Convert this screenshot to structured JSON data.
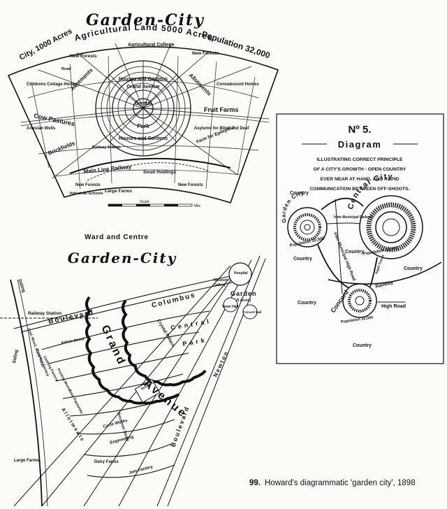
{
  "top_diagram": {
    "title": "Garden-City",
    "arc_left": "City, 1000 Acres",
    "arc_center": "Agricultural Land 5000 Acres",
    "arc_right": "Population 32,000",
    "labels": {
      "new_forests_left": "New Forests",
      "agricultural_college": "Agricultural College",
      "new_forests_right": "New Forests",
      "childrens_cottage_homes": "Childrens Cottage Homes",
      "convalescent_homes": "Convalescent Homes",
      "allotments_left": "Allotments",
      "allotments_right": "Allotments",
      "houses_gardens_top": "Houses and Gardens",
      "grand_avenue": "Grand Avenue",
      "central": "Central",
      "park": "Park",
      "houses_gardens_bottom": "Houses and Gardens",
      "cow_pastures": "Cow Pastures",
      "fruit_farms": "Fruit Farms",
      "artesian_wells": "Artesian Wells",
      "asylums": "Asylums for Blind and Deaf",
      "farm_epileptics": "Farm for Epileptics",
      "brickfields": "Brickfields",
      "railway_station": "Railway Station",
      "main_line_railway": "Main Line Railway",
      "small_holdings": "Small Holdings",
      "new_forests_bottom_left": "New Forests",
      "new_forests_bottom_right": "New Forests",
      "industrial_schools": "Industrial Schools",
      "large_farms": "Large Farms",
      "road": "Road",
      "scale": "Scale",
      "mile": "Mile"
    }
  },
  "bottom_diagram": {
    "title_line1": "Ward and Centre",
    "title_line2": "Garden-City",
    "labels": {
      "boulevard": "Boulevard",
      "columbus": "Columbus",
      "grand": "Grand",
      "avenue": "Avenue",
      "central": "Central",
      "park": "Park",
      "crystal_palace": "Crystal Palace",
      "newton": "Newton",
      "garden": "Garden",
      "garden_acres": "(5 Acres)",
      "hospital": "Hospital",
      "museum": "Museum",
      "gallery": "Gallery",
      "town_hall": "Town Hall",
      "concert_hall": "Concert Hall",
      "railway_station": "Railway Station",
      "siding": "Siding",
      "allotments": "Allotments",
      "large_farms": "Large Farms",
      "dairy_farms": "Dairy Farms",
      "cycle_works": "Cycle Works",
      "engineering": "Engineering",
      "jam_factory": "Jam Factory",
      "boot_factories": "Boot Factories",
      "clothing_factory": "Clothing Factory",
      "coal_wood_stone": "Coal, Wood, Stone Yards",
      "furniture_factory": "Furniture Factory",
      "printing_works": "Printing Works",
      "schools": "Schools",
      "kelvin_street": "Kelvin Street",
      "bessemer_street": "Bessemer Street",
      "boulevard_lower": "Boulevard"
    }
  },
  "diagram5": {
    "number": "Nº 5.",
    "title": "Diagram",
    "subtitle": [
      "ILLUSTRATING CORRECT PRINCIPLE",
      "OF A CITY'S GROWTH - OPEN COUNTRY",
      "EVER NEAR AT HAND, AND RAPID",
      "COMMUNICATION BETWEEN OFF-SHOOTS."
    ],
    "country_top": "Country",
    "garden_city": "Garden City",
    "population_32000": "Population 32,000",
    "central_city": "Central City",
    "population_58000": "Population 58,000",
    "inter_municipal": "Inter-Municipal Railway",
    "inter_municipal_road": "Inter-Municipal High Road",
    "country_mid_left": "Country",
    "country_mid": "Country",
    "country_right": "Country",
    "railway": "Railway",
    "country_left": "Country",
    "concord": "Concord",
    "high_road": "High Road",
    "rapid_transit": "Rapid Transit",
    "country_bottom": "Country",
    "road": "Road"
  },
  "caption": {
    "number": "99.",
    "text": "Howard's diagrammatic 'garden city', 1898"
  }
}
